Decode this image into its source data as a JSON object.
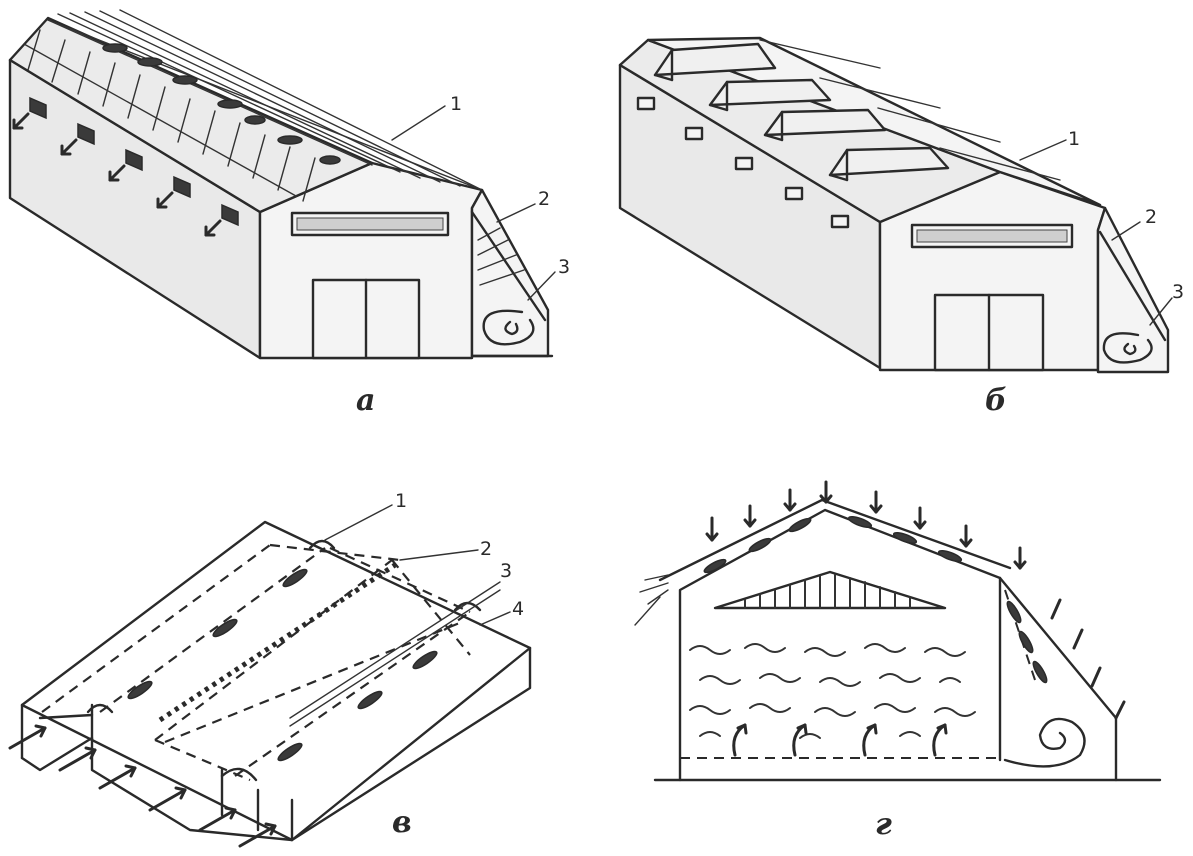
{
  "panels": [
    {
      "id": "a",
      "caption": "а",
      "callouts": [
        "1",
        "2",
        "3"
      ]
    },
    {
      "id": "b",
      "caption": "б",
      "callouts": [
        "1",
        "2",
        "3"
      ]
    },
    {
      "id": "v",
      "caption": "в",
      "callouts": [
        "1",
        "2",
        "3",
        "4"
      ]
    },
    {
      "id": "g",
      "caption": "г",
      "callouts": []
    }
  ]
}
